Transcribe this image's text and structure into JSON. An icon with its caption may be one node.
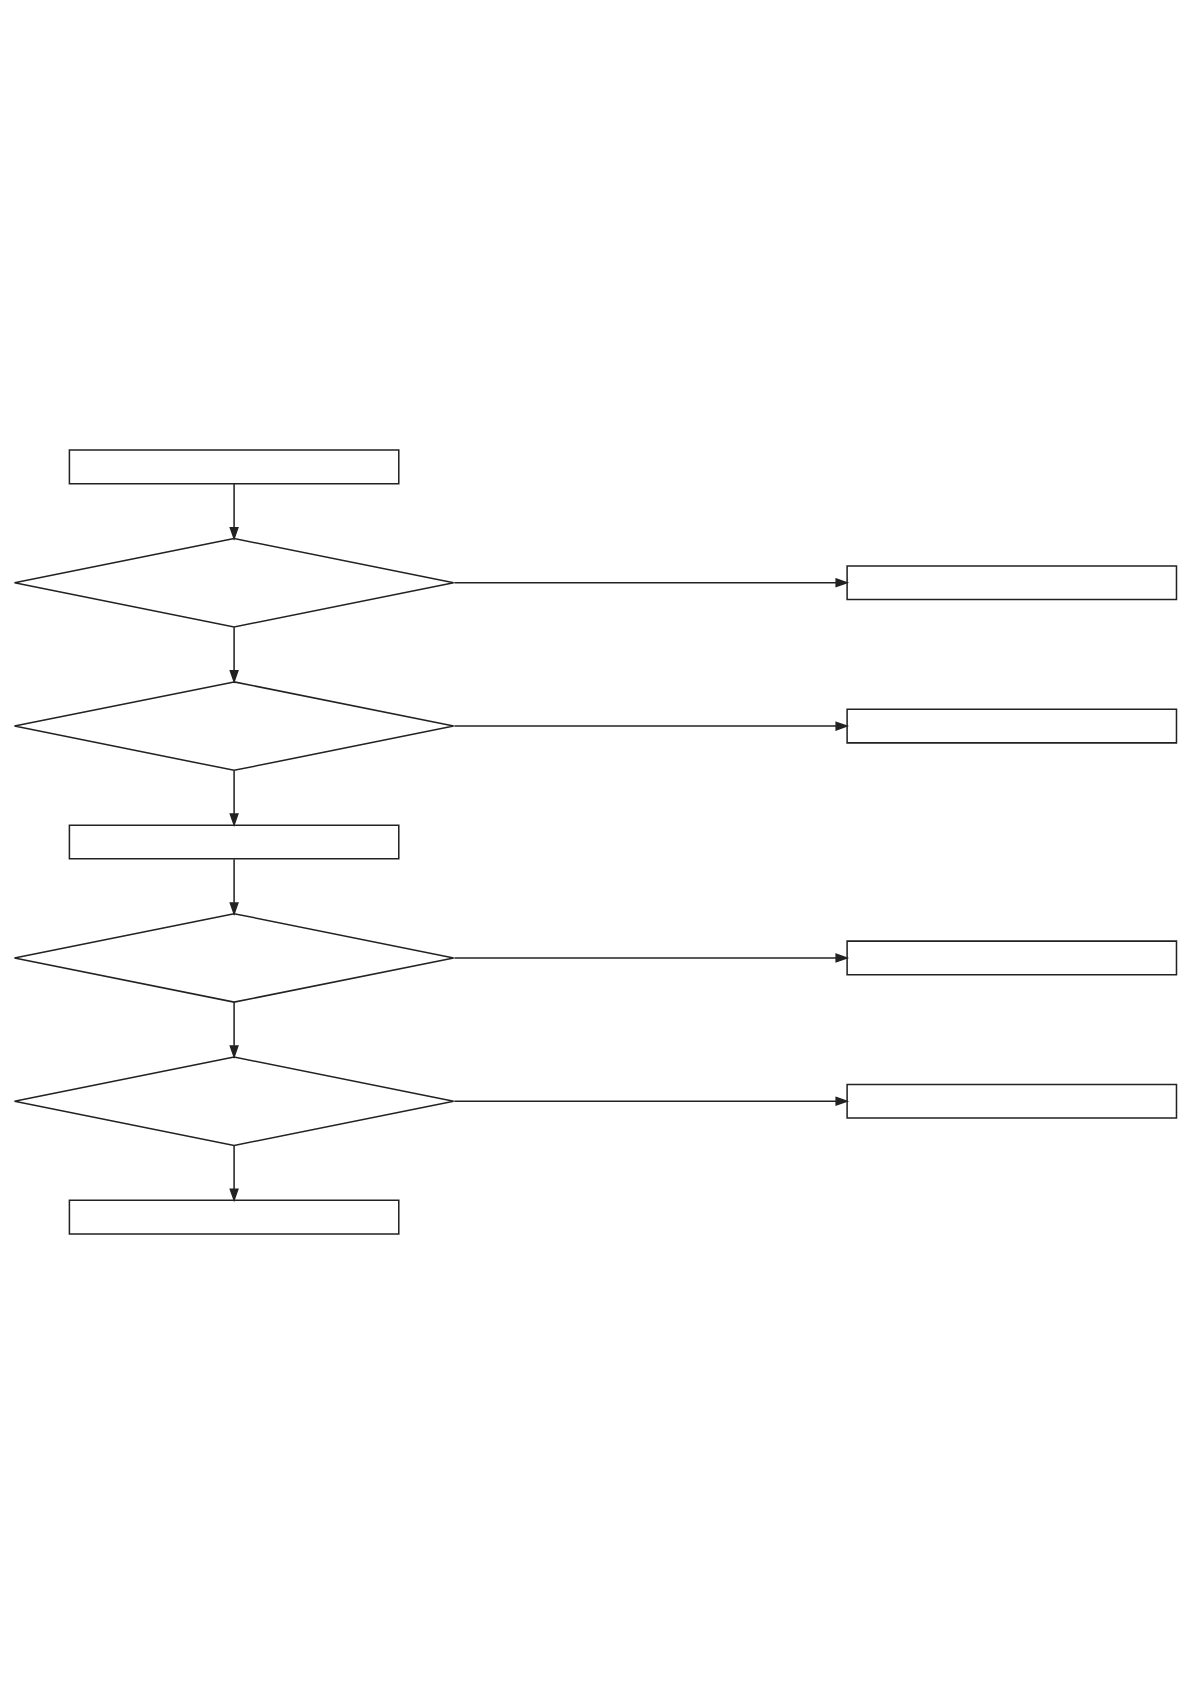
{
  "diagram": {
    "nodes": [
      {
        "text": [],
        "shape": "box"
      },
      {
        "text": [],
        "shape": "diamond"
      },
      {
        "text": [],
        "shape": "box"
      },
      {
        "text": [],
        "shape": "diamond"
      },
      {
        "text": [],
        "shape": "box"
      },
      {
        "text": [],
        "shape": "box"
      },
      {
        "text": [],
        "shape": "diamond"
      },
      {
        "text": [],
        "shape": "box"
      },
      {
        "text": [],
        "shape": "diamond"
      },
      {
        "text": [],
        "shape": "box"
      },
      {
        "text": [],
        "shape": "box"
      }
    ],
    "edges": [
      {
        "from": 0,
        "to": 1,
        "arrow": "to"
      },
      {
        "from": 1,
        "to": 2,
        "arrow": "to"
      },
      {
        "from": 1,
        "to": 3,
        "arrow": "to"
      },
      {
        "from": 3,
        "to": 4,
        "arrow": "to"
      },
      {
        "from": 3,
        "to": 5,
        "arrow": "to"
      },
      {
        "from": 5,
        "to": 6,
        "arrow": "to"
      },
      {
        "from": 6,
        "to": 7,
        "arrow": "to"
      },
      {
        "from": 6,
        "to": 8,
        "arrow": "to"
      },
      {
        "from": 8,
        "to": 9,
        "arrow": "to"
      },
      {
        "from": 8,
        "to": 10,
        "arrow": "to"
      }
    ]
  }
}
